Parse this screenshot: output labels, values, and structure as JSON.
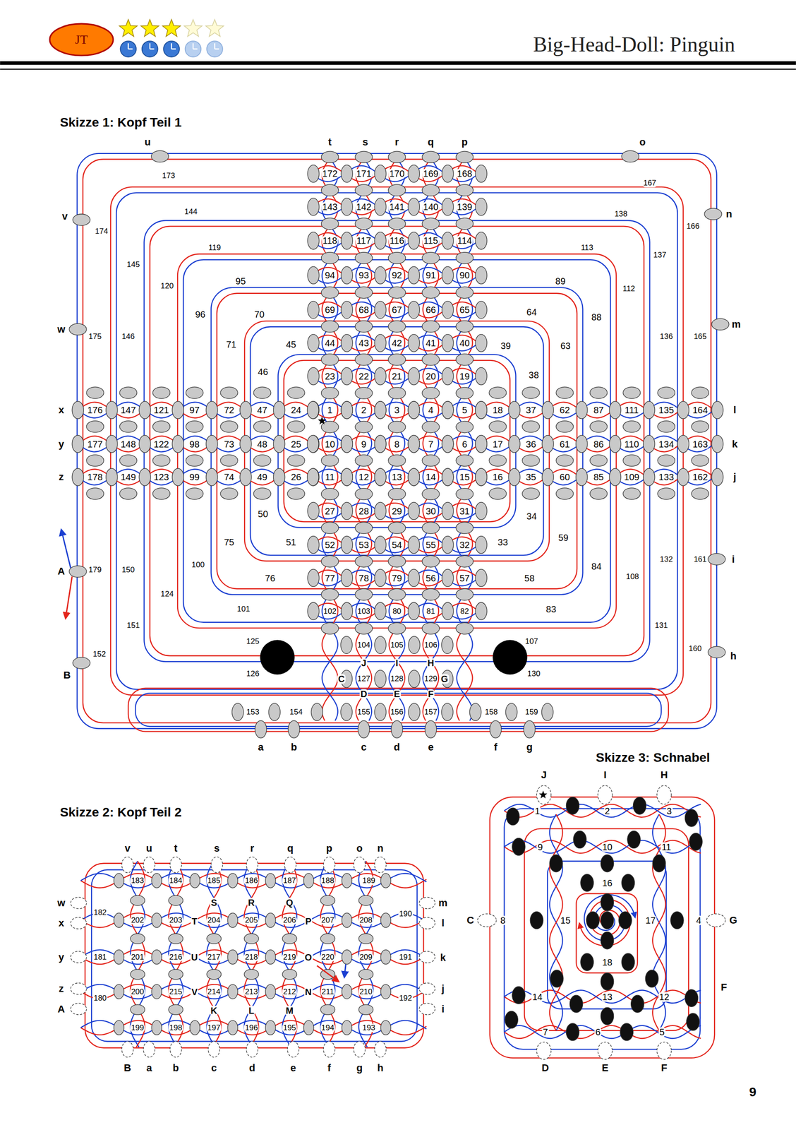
{
  "diagram": {
    "title": "Big-Head-Doll: Pinguin",
    "labels": [
      "JT",
      "Skizze 1: Kopf Teil 1",
      "u",
      "t",
      "s",
      "r",
      "q",
      "p",
      "o",
      "173",
      "172",
      "171",
      "170",
      "169",
      "168",
      "167",
      "v",
      "n",
      "144",
      "143",
      "142",
      "141",
      "140",
      "139",
      "138",
      "166",
      "174",
      "119",
      "113",
      "118",
      "117",
      "116",
      "115",
      "114",
      "137",
      "145",
      "95",
      "89",
      "94",
      "93",
      "92",
      "91",
      "90",
      "120",
      "112",
      "96",
      "70",
      "69",
      "68",
      "67",
      "66",
      "65",
      "64",
      "88",
      "w",
      "m",
      "175",
      "146",
      "136",
      "165",
      "71",
      "45",
      "44",
      "43",
      "42",
      "41",
      "40",
      "39",
      "63",
      "46",
      "23",
      "22",
      "21",
      "20",
      "19",
      "38",
      "x",
      "176",
      "147",
      "121",
      "97",
      "72",
      "47",
      "24",
      "1",
      "2",
      "3",
      "4",
      "5",
      "18",
      "37",
      "62",
      "87",
      "111",
      "135",
      "164",
      "l",
      "y",
      "177",
      "148",
      "122",
      "98",
      "73",
      "48",
      "25",
      "10",
      "9",
      "8",
      "7",
      "6",
      "17",
      "36",
      "61",
      "86",
      "110",
      "134",
      "163",
      "k",
      "z",
      "178",
      "149",
      "123",
      "99",
      "74",
      "49",
      "26",
      "11",
      "12",
      "13",
      "14",
      "15",
      "16",
      "35",
      "60",
      "85",
      "109",
      "133",
      "162",
      "j",
      "50",
      "27",
      "28",
      "29",
      "30",
      "31",
      "34",
      "75",
      "51",
      "52",
      "53",
      "54",
      "55",
      "32",
      "33",
      "59",
      "A",
      "179",
      "150",
      "100",
      "76",
      "77",
      "78",
      "79",
      "56",
      "57",
      "58",
      "84",
      "108",
      "132",
      "161",
      "i",
      "124",
      "101",
      "102",
      "103",
      "80",
      "81",
      "82",
      "83",
      "151",
      "131",
      "125",
      "104",
      "105",
      "106",
      "107",
      "152",
      "160",
      "h",
      "J",
      "I",
      "H",
      "B",
      "126",
      "C",
      "127",
      "128",
      "129",
      "G",
      "130",
      "D",
      "E",
      "F",
      "153",
      "154",
      "155",
      "156",
      "157",
      "158",
      "159",
      "a",
      "b",
      "c",
      "d",
      "e",
      "f",
      "g",
      "Skizze 3: Schnabel",
      "Skizze 2: Kopf Teil 2",
      "v",
      "u",
      "t",
      "s",
      "r",
      "q",
      "p",
      "o",
      "n",
      "183",
      "184",
      "185",
      "186",
      "187",
      "188",
      "189",
      "S",
      "R",
      "Q",
      "w",
      "m",
      "182",
      "202",
      "203",
      "204",
      "205",
      "206",
      "207",
      "208",
      "T",
      "P",
      "190",
      "x",
      "l",
      "y",
      "181",
      "201",
      "216",
      "217",
      "218",
      "219",
      "220",
      "209",
      "191",
      "U",
      "O",
      "k",
      "z",
      "j",
      "200",
      "215",
      "214",
      "213",
      "212",
      "211",
      "210",
      "180",
      "192",
      "V",
      "N",
      "A",
      "i",
      "K",
      "L",
      "M",
      "199",
      "198",
      "197",
      "196",
      "195",
      "194",
      "193",
      "B",
      "a",
      "b",
      "c",
      "d",
      "e",
      "f",
      "g",
      "h",
      "J",
      "I",
      "H",
      "1",
      "2",
      "3",
      "9",
      "10",
      "11",
      "16",
      "C",
      "8",
      "15",
      "17",
      "4",
      "G",
      "18",
      "F",
      "14",
      "13",
      "12",
      "7",
      "6",
      "5",
      "D",
      "E",
      "F",
      "9"
    ]
  }
}
